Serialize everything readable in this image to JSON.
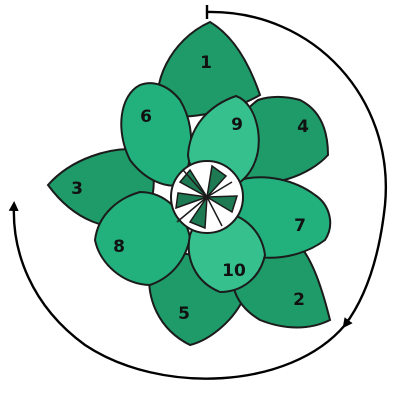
{
  "colors": {
    "outer_petal": "#1f9b6a",
    "middle_petal": "#22b07c",
    "inner_petal": "#35c08e",
    "outline": "#1b1b1b",
    "center_white": "#ffffff",
    "center_dark": "#1e7a52",
    "arrow": "#000000"
  },
  "petals": [
    {
      "label": "1"
    },
    {
      "label": "2"
    },
    {
      "label": "3"
    },
    {
      "label": "4"
    },
    {
      "label": "5"
    },
    {
      "label": "6"
    },
    {
      "label": "7"
    },
    {
      "label": "8"
    },
    {
      "label": "9"
    },
    {
      "label": "10"
    }
  ]
}
